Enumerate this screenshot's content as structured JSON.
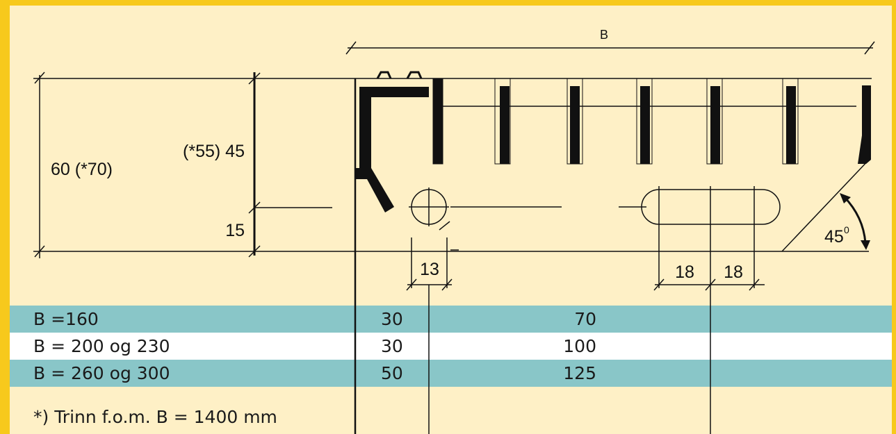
{
  "colors": {
    "background": "#FEF0C6",
    "border": "#F7C91C",
    "row_teal": "#89C6C8",
    "row_white": "#FFFFFF",
    "line": "#111111"
  },
  "labels": {
    "width_b": "B",
    "height_total": "60 (*70)",
    "height_upper": "(*55) 45",
    "height_lower": "15",
    "hole_diameter": "13",
    "slot_left": "18",
    "slot_right": "18",
    "angle_value": "45",
    "angle_unit": "0"
  },
  "table": {
    "rows": [
      {
        "label": "B =160",
        "col1": "30",
        "col2": "70",
        "style": "teal"
      },
      {
        "label": "B = 200 og 230",
        "col1": "30",
        "col2": "100",
        "style": "white"
      },
      {
        "label": "B = 260 og 300",
        "col1": "50",
        "col2": "125",
        "style": "teal"
      }
    ]
  },
  "footnote": "*) Trinn f.o.m. B = 1400 mm"
}
